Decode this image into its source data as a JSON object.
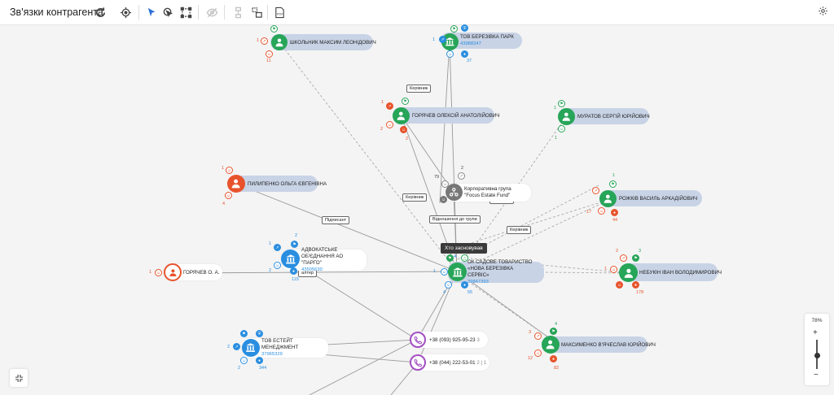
{
  "window": {
    "title": "Зв'язки контрагента"
  },
  "toolbar": {
    "refresh": "refresh-icon",
    "target": "target-icon",
    "cursor": "cursor-icon",
    "focus": "focus-icon",
    "select": "box-select-icon",
    "hide": "eye-off-icon",
    "layout": "layout-icon",
    "group": "group-icon",
    "pdf": "pdf-icon",
    "pdf_label": "PDF"
  },
  "colors": {
    "company": "#2a8ee0",
    "person_green": "#27a558",
    "person_orange": "#e8532c",
    "group": "#777777",
    "phone": "#a34ec2"
  },
  "tooltip": "Хто засновував",
  "edge_labels": {
    "kerivnyk_1": "Керівник",
    "kerivnyk_2": "Керівник",
    "kerivnyk_3": "Керівник",
    "kerivnyk_4": "Керівник",
    "pidpysant": "Підписант",
    "vidnoshennia": "Відношення до групи",
    "partial_1": "алтер"
  },
  "nodes": {
    "shkolnyk": {
      "name": "ШКОЛЬНИК МАКСИМ ЛЕОНІДОВИЧ",
      "count_left": "1",
      "count_bottom": "11"
    },
    "berezivka_park": {
      "name": "ТОВ БЕРЕЗІВКА ПАРК",
      "code": "43988347",
      "count_left": "1",
      "count_bottom": "37"
    },
    "horiachev_oleksii": {
      "name": "ГОРЯЧЕВ ОЛЕКСІЙ АНАТОЛІЙОВИЧ",
      "count_top": "1",
      "count_left": "2",
      "count_bottom": "2"
    },
    "muratov": {
      "name": "МУРАТОВ СЕРГІЙ ЮРІЙОВИЧ",
      "count_top": "1",
      "count_bottom": "1"
    },
    "pylypenko": {
      "name": "ПИЛИПЕНКО ОЛЬГА ЄВГЕНІВНА",
      "count_top": "1",
      "count_bottom": "4"
    },
    "focus_group": {
      "name": "Корпоративна група \"Focus Estate Fund\"",
      "count_top": "2",
      "count_left": "79"
    },
    "rozhkiv": {
      "name": "РОЖКІВ ВАСИЛЬ АРКАДІЙОВИЧ",
      "count_top": "1",
      "count_left": "17",
      "count_bottom": "44"
    },
    "advokatske": {
      "name": "АДВОКАТСЬКЕ ОБ'ЄДНАННЯ АО \"ПАРГО\"",
      "code": "43505630",
      "count_top": "2",
      "count_left": "1",
      "count_left2": "2",
      "count_bottom": "115"
    },
    "horiachev_oa": {
      "name": "ГОРЯЧЕВ О. А.",
      "count_left": "1"
    },
    "ok_sadove": {
      "name": "ОК САДОВЕ ТОВАРИСТВО «НОВА БЕРЕЗІВКА СЕРВІС»",
      "code": "39847393",
      "count_left": "1",
      "count_top": "4",
      "count_left2": "4",
      "count_bottom": "55"
    },
    "nebukin": {
      "name": "НЕБУКІН ІВАН ВОЛОДИМИРОВИЧ",
      "count_top_left": "2",
      "count_top_right": "3",
      "count_left": "1",
      "count_bottom": "178"
    },
    "maksymenko": {
      "name": "МАКСИМЕНКО В'ЯЧЕСЛАВ ЮРІЙОВИЧ",
      "count_top": "4",
      "count_left": "3",
      "count_left2": "12",
      "count_bottom": "82"
    },
    "estate_mgmt": {
      "name": "ТОВ ЕСТЕЙТ МЕНЕДЖМЕНТ",
      "code": "37965329",
      "count_left": "2",
      "count_bottom_left": "2",
      "count_bottom": "344"
    },
    "phone_1": {
      "name": "+38 (093) 925-95-23",
      "count": "3"
    },
    "phone_2": {
      "name": "+38 (044) 222-53-01",
      "count": "2 | 1"
    }
  },
  "zoom": {
    "level": "78%",
    "plus": "+",
    "minus": "−"
  }
}
